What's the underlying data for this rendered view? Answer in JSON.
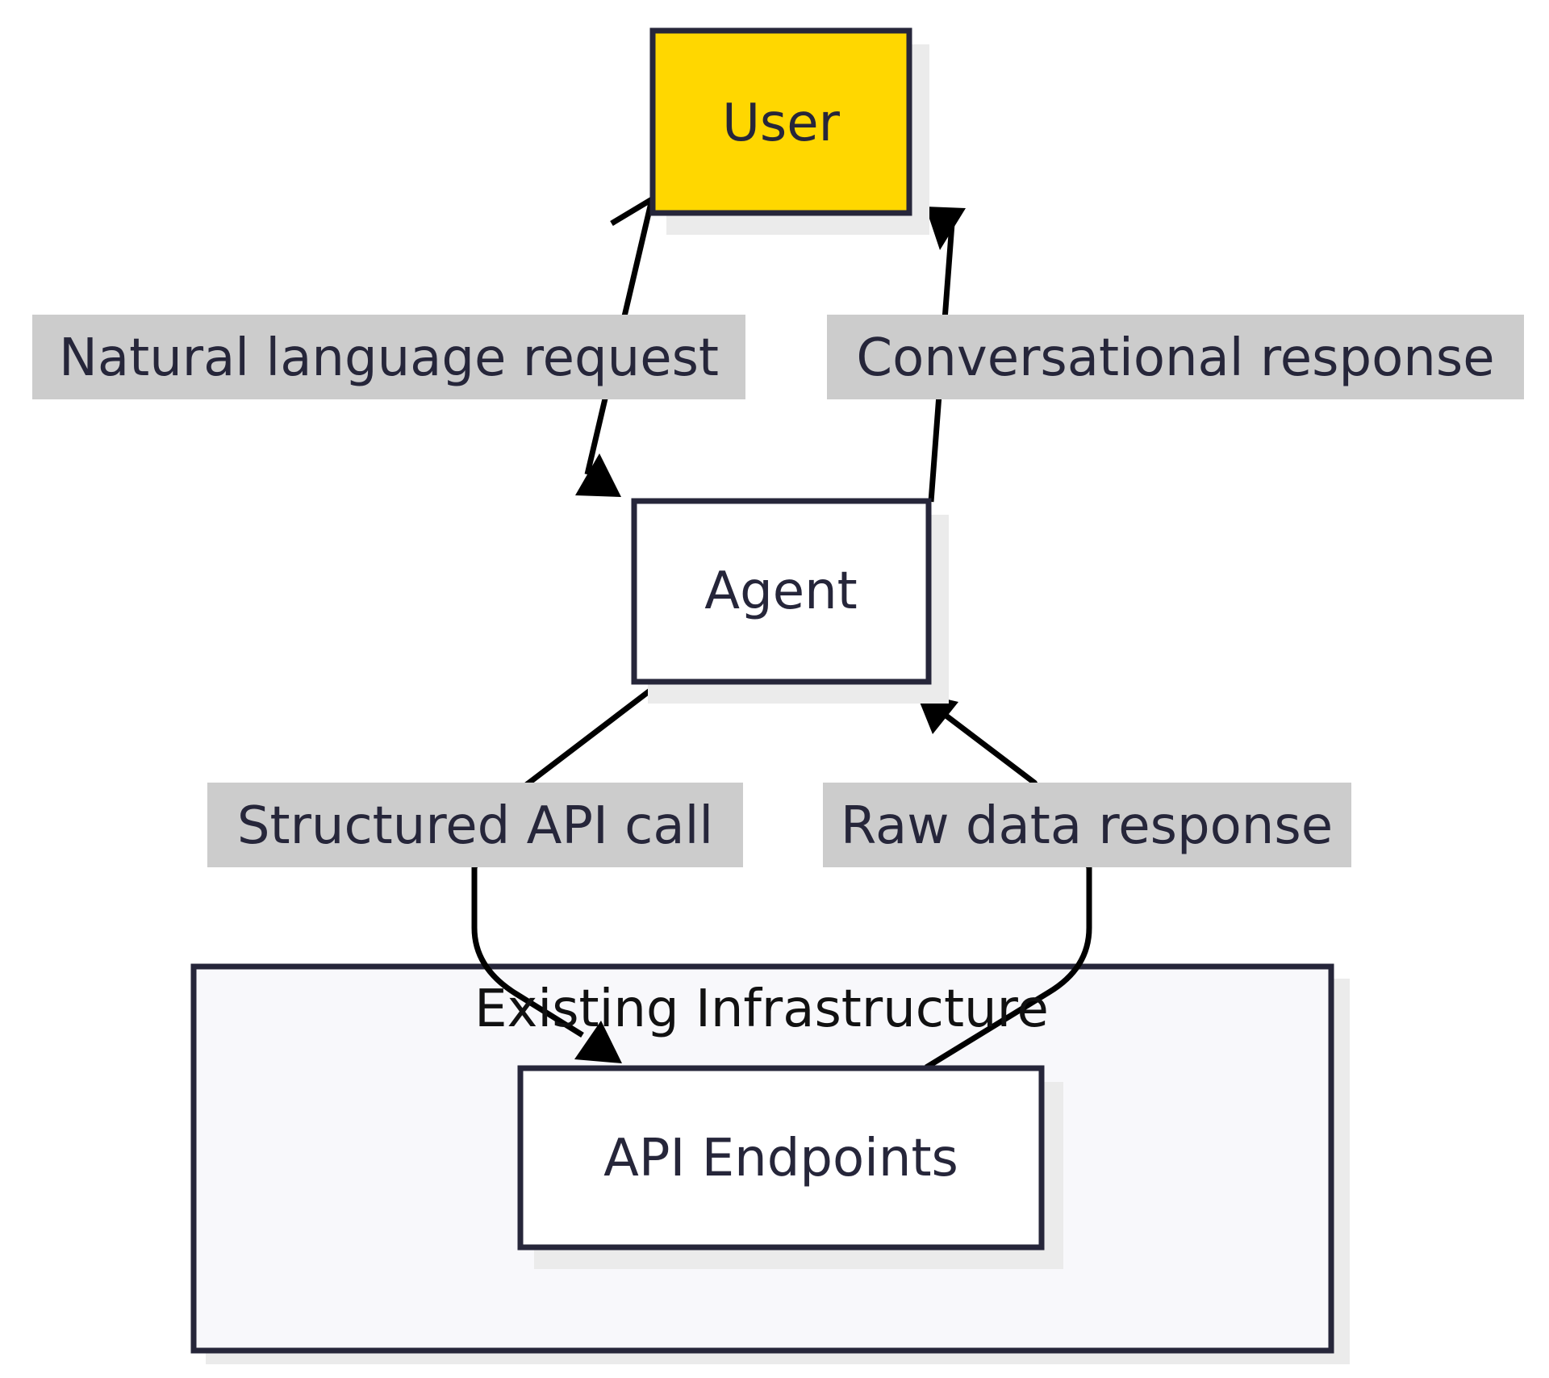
{
  "colors": {
    "user_fill": "#FFD700",
    "node_fill": "#FFFFFF",
    "node_stroke": "#26263A",
    "cluster_fill": "#F8F8FB",
    "label_bg": "#CCCCCC",
    "shadow": "#EBEBEB"
  },
  "nodes": {
    "user": {
      "label": "User"
    },
    "agent": {
      "label": "Agent"
    },
    "api": {
      "label": "API Endpoints"
    }
  },
  "cluster": {
    "label": "Existing Infrastructure"
  },
  "edges": {
    "user_to_agent": {
      "label": "Natural language request"
    },
    "agent_to_user": {
      "label": "Conversational response"
    },
    "agent_to_api": {
      "label": "Structured API call"
    },
    "api_to_agent": {
      "label": "Raw data response"
    }
  }
}
